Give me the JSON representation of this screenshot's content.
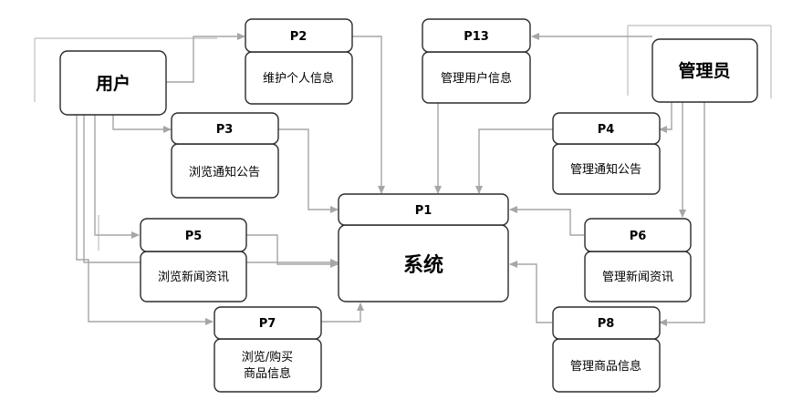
{
  "entities": {
    "user": "用户",
    "admin": "管理员"
  },
  "processes": {
    "p1": {
      "id": "P1",
      "label": "系统"
    },
    "p2": {
      "id": "P2",
      "label": "维护个人信息"
    },
    "p3": {
      "id": "P3",
      "label": "浏览通知公告"
    },
    "p4": {
      "id": "P4",
      "label": "管理通知公告"
    },
    "p5": {
      "id": "P5",
      "label": "浏览新闻资讯"
    },
    "p6": {
      "id": "P6",
      "label": "管理新闻资讯"
    },
    "p7": {
      "id": "P7",
      "label_line1": "浏览/购买",
      "label_line2": "商品信息"
    },
    "p8": {
      "id": "P8",
      "label": "管理商品信息"
    },
    "p13": {
      "id": "P13",
      "label": "管理用户信息"
    }
  },
  "colors": {
    "box_border": "#2b2b2b",
    "arrow": "#a6a6a6",
    "text": "#000000"
  }
}
